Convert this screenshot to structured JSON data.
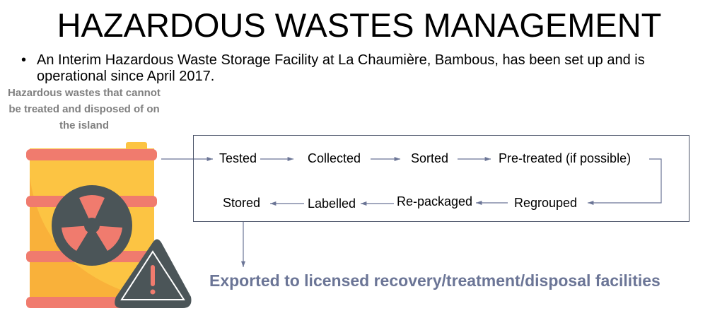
{
  "title": "HAZARDOUS WASTES MANAGEMENT",
  "bullet": "An Interim Hazardous Waste Storage Facility at La Chaumière, Bambous, has been set up and is operational since April 2017.",
  "source_label": "Hazardous wastes that cannot be treated and disposed of on the island",
  "steps": [
    "Tested",
    "Collected",
    "Sorted",
    "Pre-treated (if possible)",
    "Regrouped",
    "Re-packaged",
    "Labelled",
    "Stored"
  ],
  "outcome": "Exported to licensed recovery/treatment/disposal facilities",
  "colors": {
    "arrow": "#6b7596",
    "barrel": "#fcc443",
    "band": "#f07b6e",
    "dark": "#4b5558"
  }
}
